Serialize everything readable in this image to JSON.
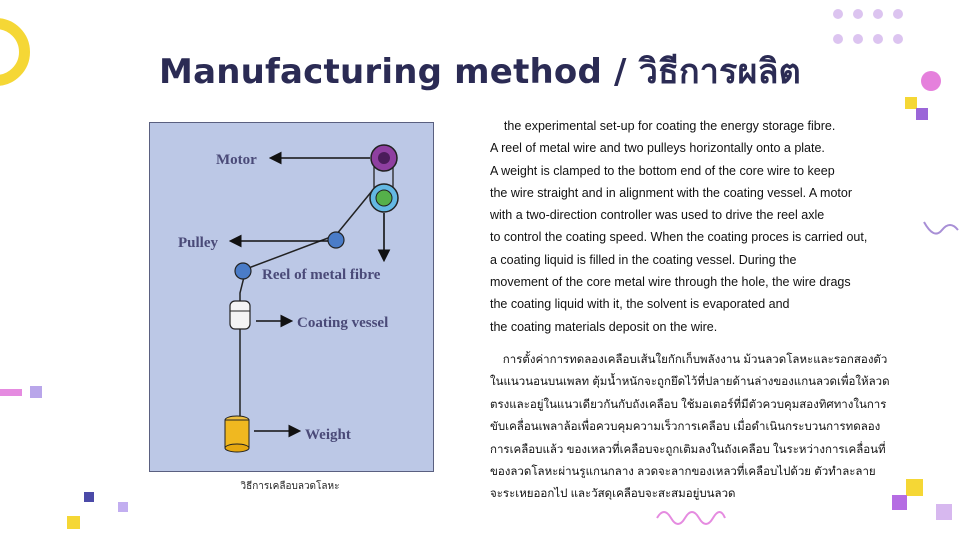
{
  "title": "Manufacturing method / วิธีการผลิต",
  "diagram": {
    "labels": {
      "motor": "Motor",
      "pulley": "Pulley",
      "reel": "Reel of metal fibre",
      "vessel": "Coating vessel",
      "weight": "Weight"
    },
    "caption": "วิธีการเคลือบลวดโลหะ"
  },
  "english_lines": [
    "    the experimental set-up for coating the energy storage fibre.",
    "A reel of metal wire and two pulleys horizontally onto a plate.",
    "A weight is clamped to the bottom end of the core wire to keep",
    "the wire straight and in alignment with the coating vessel. A motor",
    "with a two-direction controller was used to drive the reel axle",
    "to control the coating speed. When the coating proces is carried out,",
    "a coating liquid is filled in the coating vessel. During the",
    "movement of the core metal wire through the hole, the wire drags",
    "the coating liquid with it, the solvent is evaporated and",
    "the coating materials deposit on the wire."
  ],
  "thai_lines": [
    "    การตั้งค่าการทดลองเคลือบเส้นใยกักเก็บพลังงาน ม้วนลวดโลหะและรอกสองตัว",
    "ในแนวนอนบนเพลท ตุ้มน้ำหนักจะถูกยึดไว้ที่ปลายด้านล่างของแกนลวดเพื่อให้ลวด",
    "ตรงและอยู่ในแนวเดียวกันกับถังเคลือบ ใช้มอเตอร์ที่มีตัวควบคุมสองทิศทางในการ",
    "ขับเคลื่อนเพลาล้อเพื่อควบคุมความเร็วการเคลือบ เมื่อดำเนินกระบวนการทดลอง",
    "การเคลือบแล้ว ของเหลวที่เคลือบจะถูกเติมลงในถังเคลือบ ในระหว่างการเคลื่อนที่",
    "ของลวดโลหะผ่านรูแกนกลาง ลวดจะลากของเหลวที่เคลือบไปด้วย ตัวทำละลาย",
    "จะระเหยออกไป และวัสดุเคลือบจะสะสมอยู่บนลวด"
  ],
  "colors": {
    "title": "#2b2b54",
    "diagram_bg": "#bcc8e6",
    "diagram_label": "#4a4a78",
    "accent_yellow": "#f5d735",
    "accent_purple": "#b56ce3",
    "accent_pink": "#e58be0",
    "accent_lavender": "#d7b8ef"
  }
}
